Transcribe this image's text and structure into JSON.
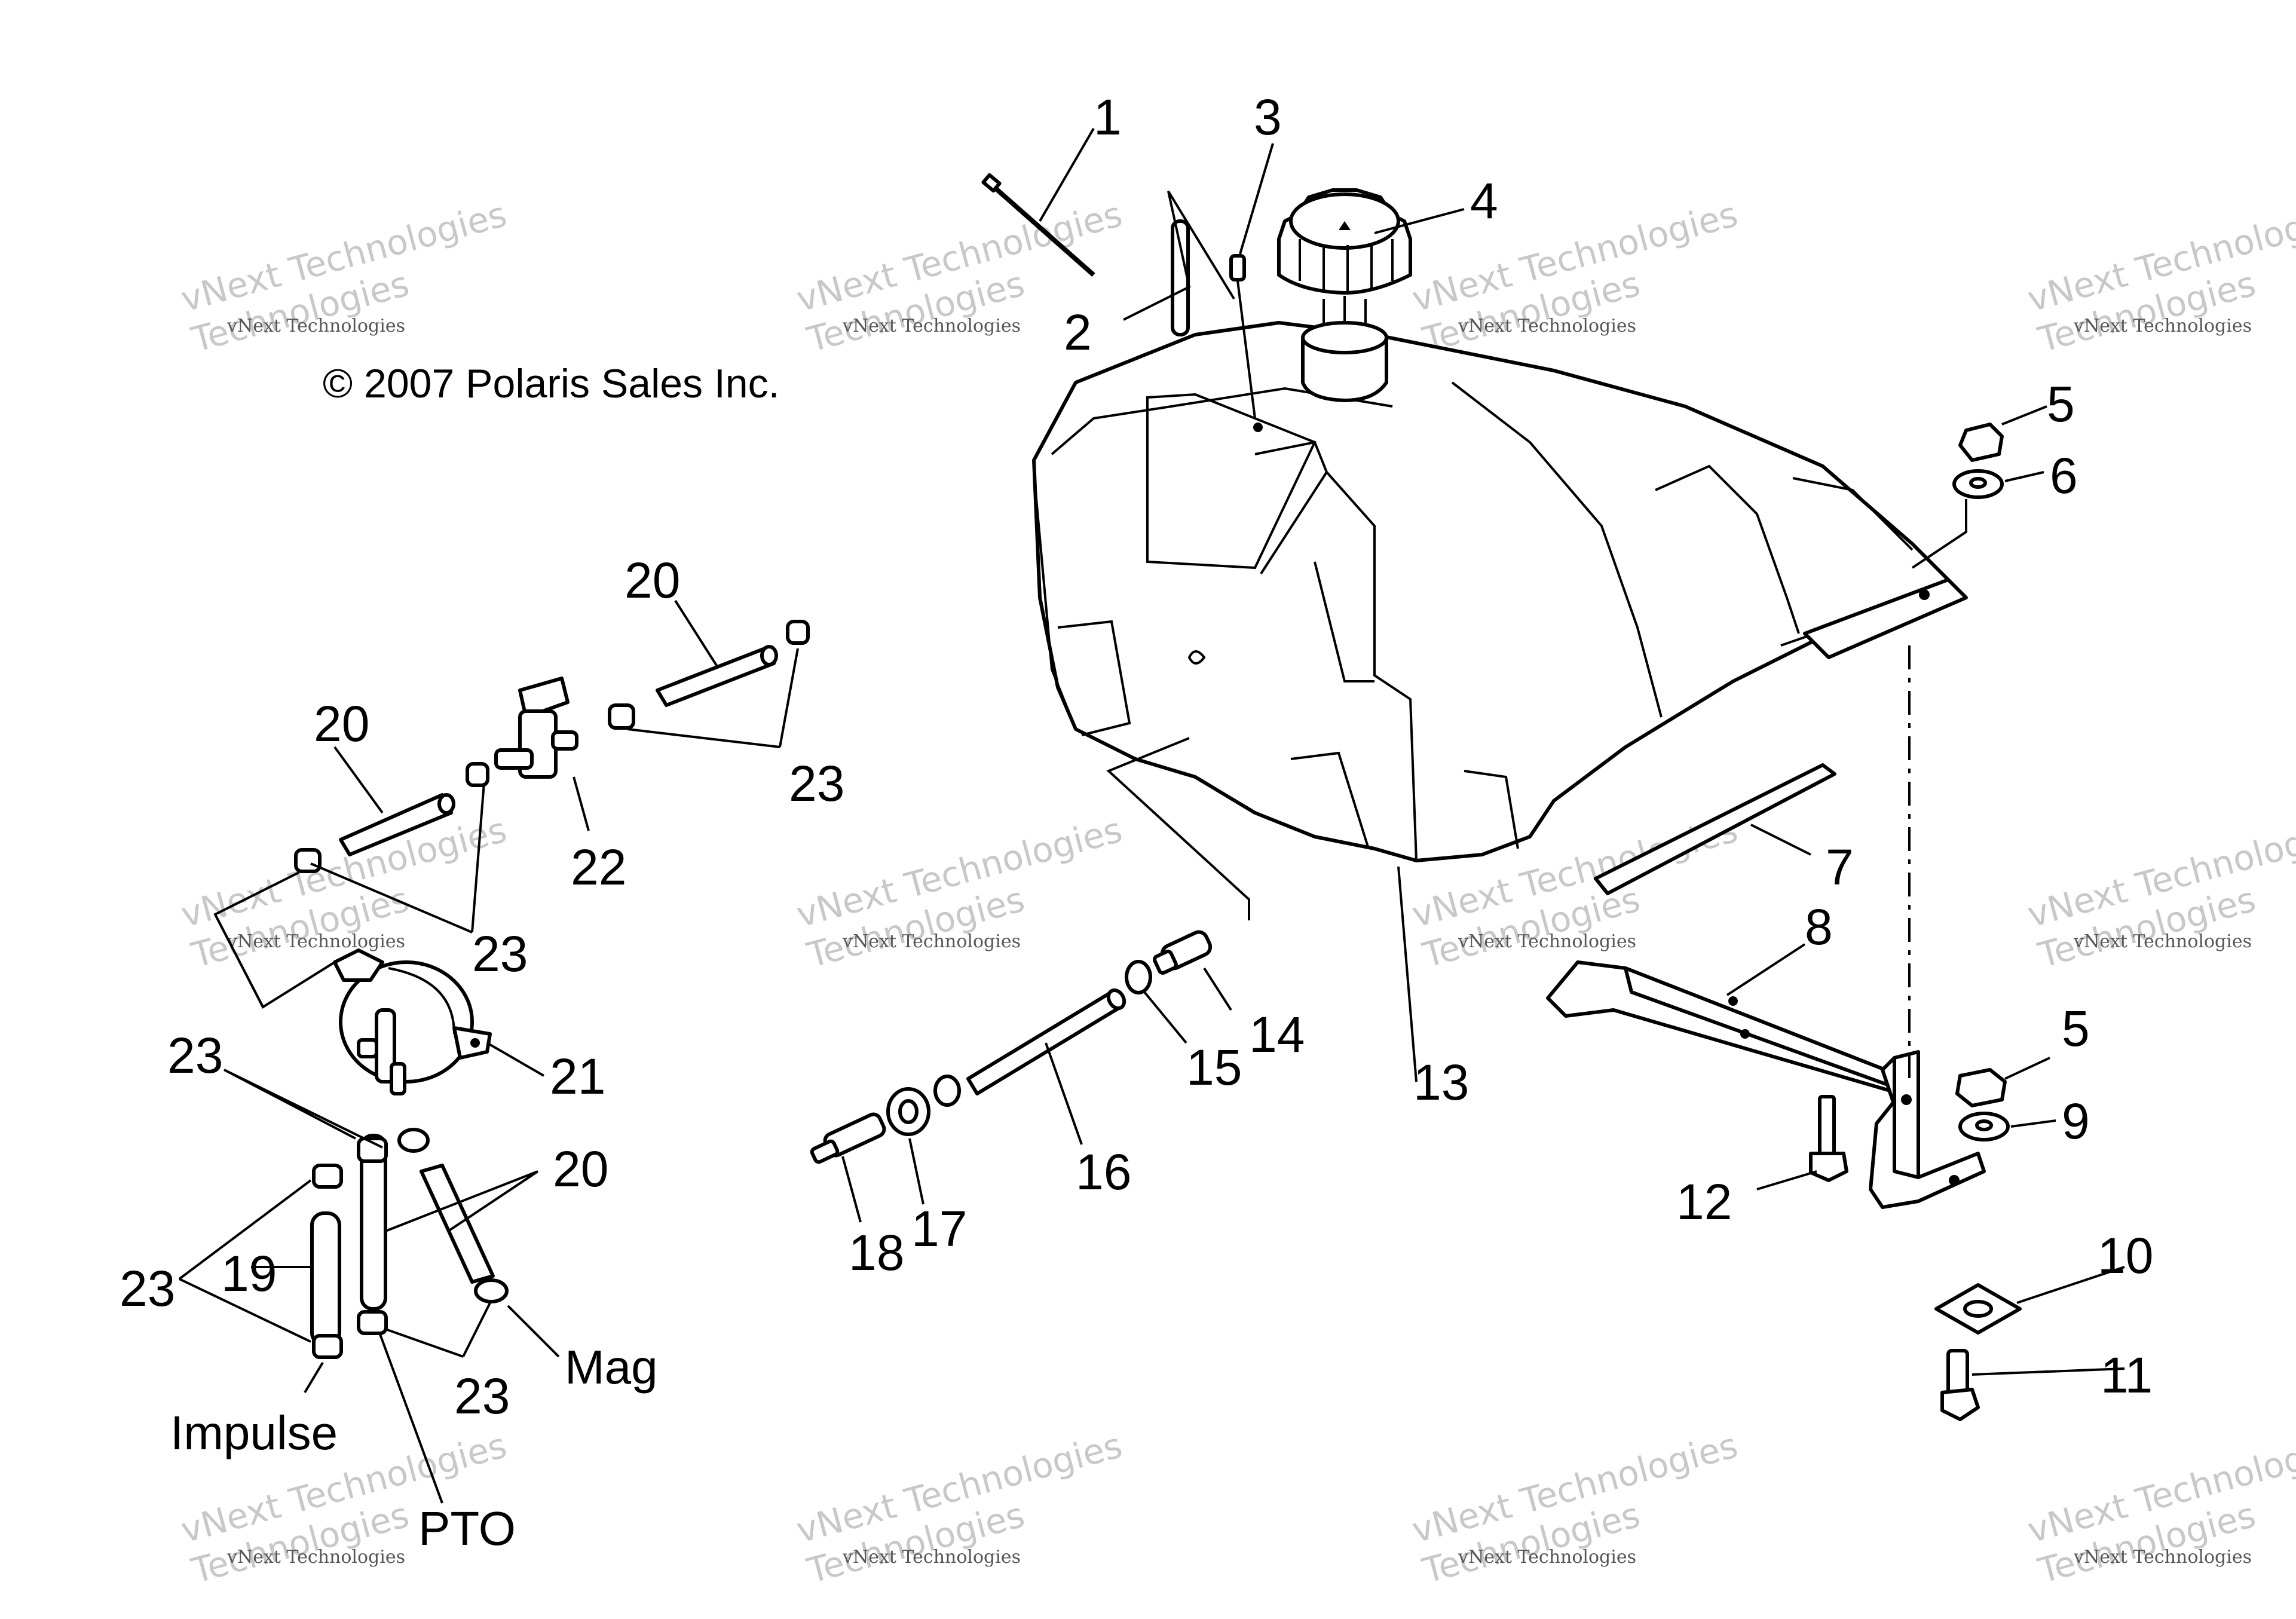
{
  "diagram": {
    "copyright": "© 2007 Polaris Sales Inc.",
    "watermark": {
      "line1": "vNext Technologies",
      "line2": "Technologies",
      "small": "vNext Technologies"
    },
    "callouts": {
      "c1": "1",
      "c2": "2",
      "c3": "3",
      "c4": "4",
      "c5a": "5",
      "c5b": "5",
      "c6": "6",
      "c7": "7",
      "c8": "8",
      "c9": "9",
      "c10": "10",
      "c11": "11",
      "c12": "12",
      "c13": "13",
      "c14": "14",
      "c15": "15",
      "c16": "16",
      "c17": "17",
      "c18": "18",
      "c19": "19",
      "c20a": "20",
      "c20b": "20",
      "c20c": "20",
      "c21": "21",
      "c22": "22",
      "c23a": "23",
      "c23b": "23",
      "c23c": "23",
      "c23d": "23",
      "c23e": "23"
    },
    "words": {
      "impulse": "Impulse",
      "pto": "PTO",
      "mag": "Mag"
    }
  }
}
